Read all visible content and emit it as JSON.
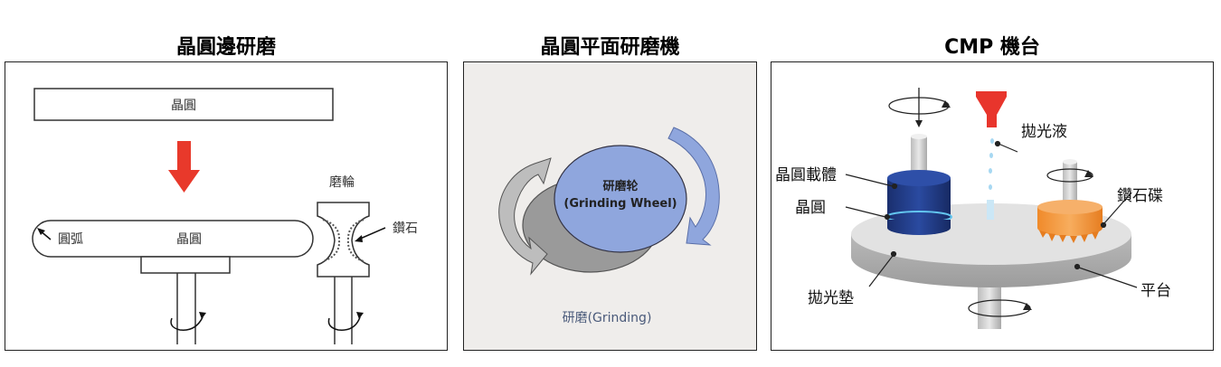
{
  "panels": [
    {
      "title": "晶圓邊研磨",
      "labels": {
        "wafer_top": "晶圓",
        "wafer_bottom": "晶圓",
        "arc": "圓弧",
        "wheel": "磨輪",
        "diamond": "鑽石"
      }
    },
    {
      "title": "晶圓平面研磨機",
      "labels": {
        "wheel_line1": "研磨轮",
        "wheel_line2": "(Grinding Wheel)",
        "caption": "研磨(Grinding)"
      }
    },
    {
      "title": "CMP 機台",
      "labels": {
        "slurry": "拋光液",
        "carrier": "晶圓載體",
        "wafer": "晶圓",
        "disk": "鑽石碟",
        "pad": "拋光墊",
        "platen": "平台"
      }
    }
  ],
  "colors": {
    "red_arrow": "#e8392b",
    "wheel_blue": "#8fa6dd",
    "gray_disc": "#9a9a9a",
    "panel2_bg": "#efedeb",
    "carrier_navy": "#1f3c88",
    "slurry_red": "#e8352c",
    "disk_orange": "#f39a3c",
    "platen_gray": "#d6d6d6"
  }
}
